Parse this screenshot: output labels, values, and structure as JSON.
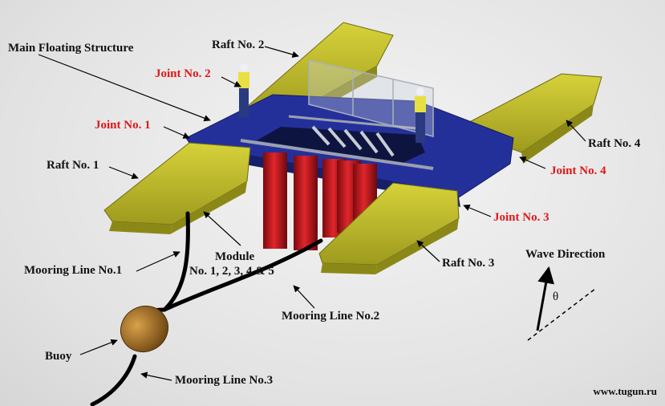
{
  "labels": {
    "main_floating_structure": "Main Floating Structure",
    "raft_1": "Raft No. 1",
    "raft_2": "Raft No. 2",
    "raft_3": "Raft No. 3",
    "raft_4": "Raft No. 4",
    "joint_1": "Joint No. 1",
    "joint_2": "Joint No. 2",
    "joint_3": "Joint No. 3",
    "joint_4": "Joint No. 4",
    "module_line1": "Module",
    "module_line2": "No. 1, 2, 3, 4 & 5",
    "mooring_1": "Mooring Line No.1",
    "mooring_2": "Mooring Line No.2",
    "mooring_3": "Mooring Line No.3",
    "buoy": "Buoy",
    "wave_direction": "Wave Direction",
    "theta": "θ"
  },
  "watermark": "www.tugun.ru",
  "colors": {
    "raft": "#b8b42a",
    "platform": "#1e2a8a",
    "module": "#c0141a",
    "buoy": "#9a6a1c",
    "joint_label": "#e01818"
  }
}
